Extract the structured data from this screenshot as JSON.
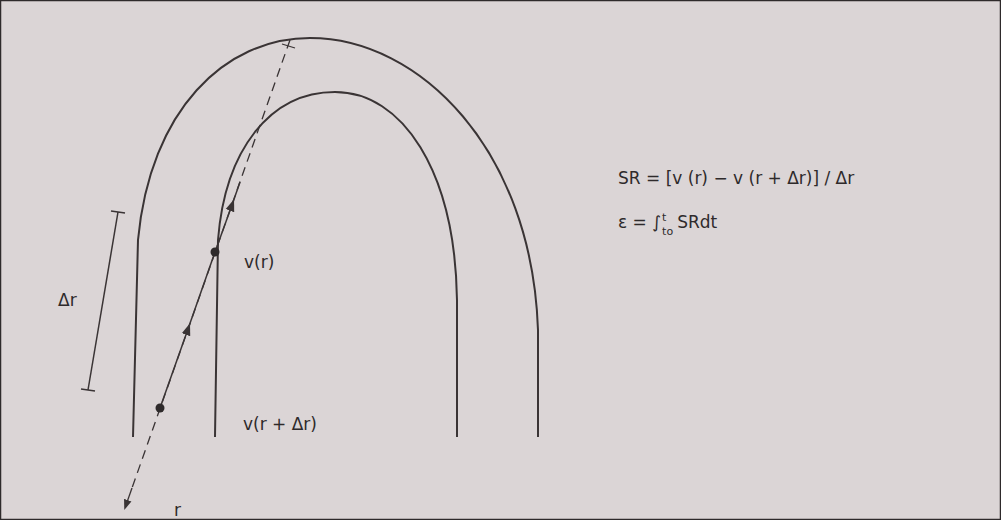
{
  "diagram": {
    "labels": [
      "Δr",
      "v(r)",
      "v(r + Δr)",
      "r",
      "SR = [v (r) − v (r + Δr)] / Δr",
      "ε = ∫",
      "t",
      "to",
      "SRdt"
    ]
  }
}
